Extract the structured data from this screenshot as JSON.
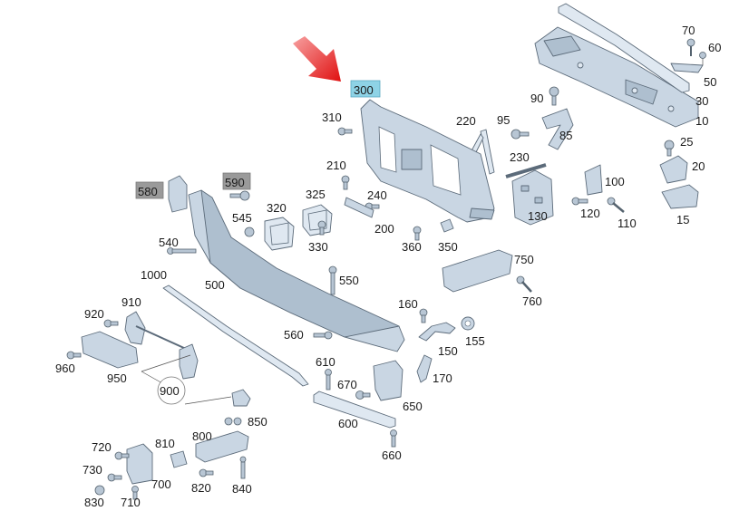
{
  "diagram": {
    "highlighted_part": "300",
    "boxed_parts": [
      "580",
      "590"
    ],
    "circled_part": "900",
    "labels": {
      "l70": "70",
      "l60": "60",
      "l50": "50",
      "l30": "30",
      "l10": "10",
      "l90": "90",
      "l95": "95",
      "l85": "85",
      "l25": "25",
      "l20": "20",
      "l100": "100",
      "l120": "120",
      "l110": "110",
      "l15": "15",
      "l300": "300",
      "l310": "310",
      "l220": "220",
      "l230": "230",
      "l210": "210",
      "l240": "240",
      "l200": "200",
      "l360": "360",
      "l350": "350",
      "l130": "130",
      "l580": "580",
      "l590": "590",
      "l320": "320",
      "l325": "325",
      "l545": "545",
      "l330": "330",
      "l540": "540",
      "l1000": "1000",
      "l500": "500",
      "l550": "550",
      "l750": "750",
      "l760": "760",
      "l160": "160",
      "l155": "155",
      "l150": "150",
      "l170": "170",
      "l560": "560",
      "l610": "610",
      "l670": "670",
      "l650": "650",
      "l600": "600",
      "l660": "660",
      "l910": "910",
      "l920": "920",
      "l960": "960",
      "l950": "950",
      "l900": "900",
      "l850": "850",
      "l800": "800",
      "l810": "810",
      "l720": "720",
      "l730": "730",
      "l700": "700",
      "l820": "820",
      "l840": "840",
      "l830": "830",
      "l710": "710"
    }
  }
}
